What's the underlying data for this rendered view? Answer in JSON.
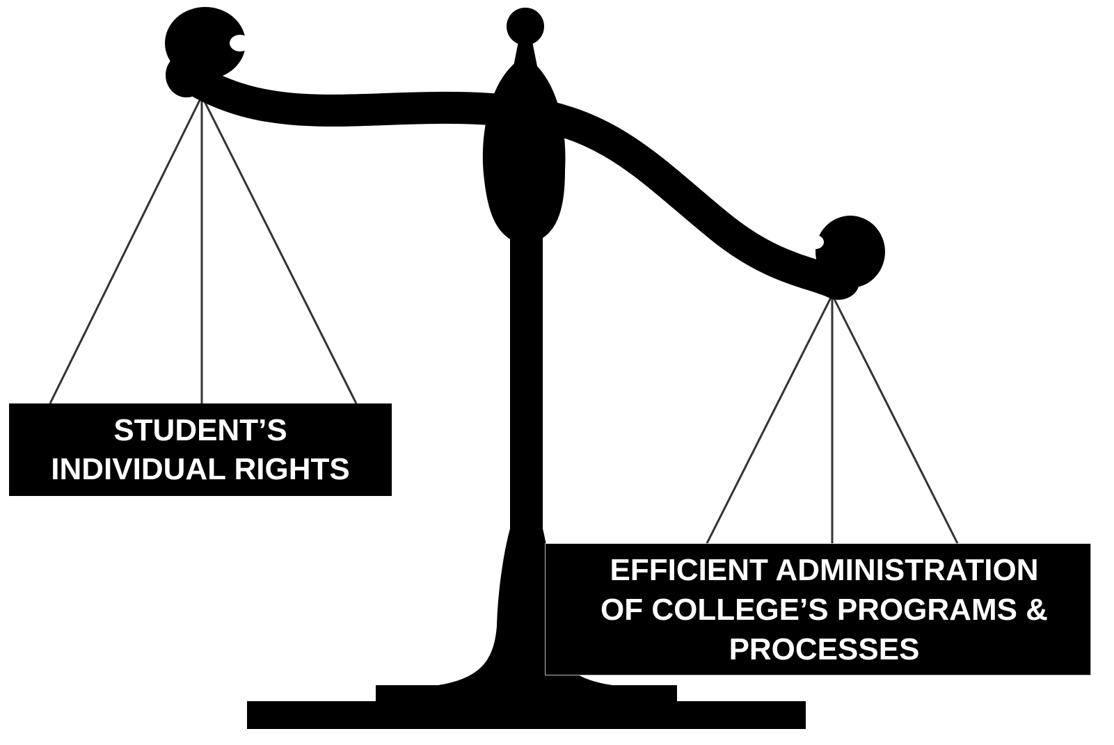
{
  "figure": {
    "icon": "balance-scale-icon",
    "ink_color": "#000000",
    "string_color": "#333333",
    "background_color": "#ffffff"
  },
  "left_pan_label": {
    "lines": [
      "STUDENT’S",
      "INDIVIDUAL RIGHTS"
    ]
  },
  "right_pan_label": {
    "lines": [
      "EFFICIENT ADMINISTRATION",
      "OF COLLEGE’S PROGRAMS &",
      "PROCESSES"
    ]
  }
}
